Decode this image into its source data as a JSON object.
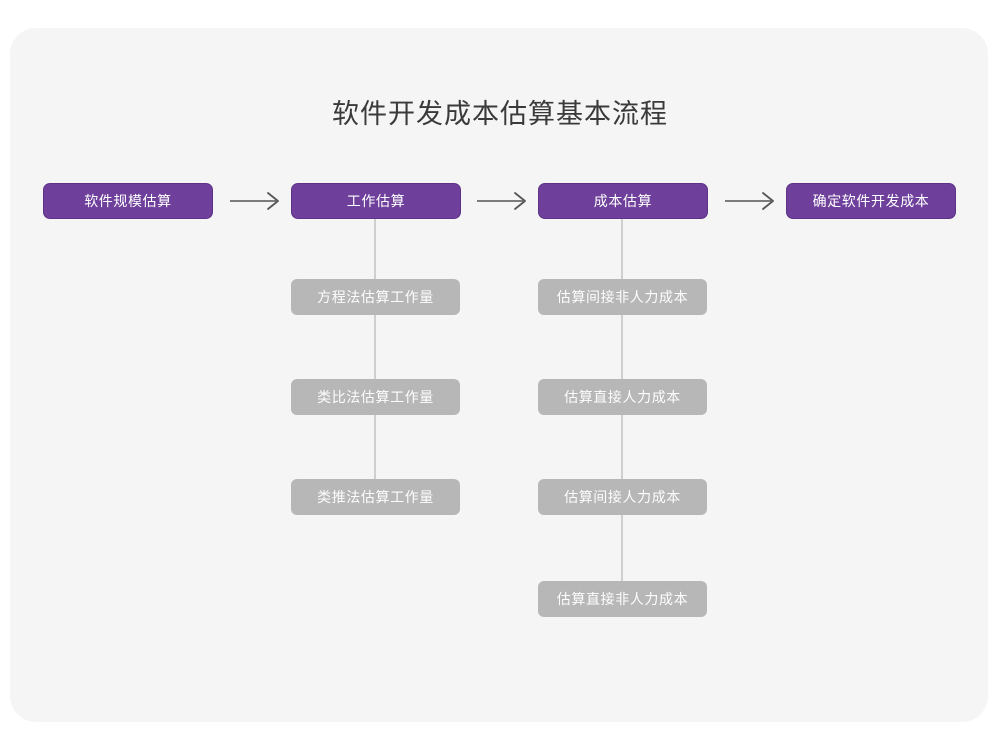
{
  "page": {
    "title": "软件开发成本估算基本流程",
    "background_color": "#ffffff",
    "card_color": "#f5f5f6"
  },
  "colors": {
    "primary": "#6f409b",
    "primary_border": "#5d3287",
    "secondary": "#b7b7b7",
    "connector": "#cfcfcf",
    "arrow": "#555555",
    "title_text": "#3a3a3a",
    "node_text": "#ffffff"
  },
  "flow": {
    "steps": [
      {
        "id": "step-1",
        "label": "软件规模估算",
        "sub_steps": []
      },
      {
        "id": "step-2",
        "label": "工作估算",
        "sub_steps": [
          {
            "label": "方程法估算工作量"
          },
          {
            "label": "类比法估算工作量"
          },
          {
            "label": "类推法估算工作量"
          }
        ]
      },
      {
        "id": "step-3",
        "label": "成本估算",
        "sub_steps": [
          {
            "label": "估算间接非人力成本"
          },
          {
            "label": "估算直接人力成本"
          },
          {
            "label": "估算间接人力成本"
          },
          {
            "label": "估算直接非人力成本"
          }
        ]
      },
      {
        "id": "step-4",
        "label": "确定软件开发成本",
        "sub_steps": []
      }
    ],
    "arrows": [
      {
        "name": "arrow-step1-to-step2"
      },
      {
        "name": "arrow-step2-to-step3"
      },
      {
        "name": "arrow-step3-to-step4"
      }
    ]
  }
}
